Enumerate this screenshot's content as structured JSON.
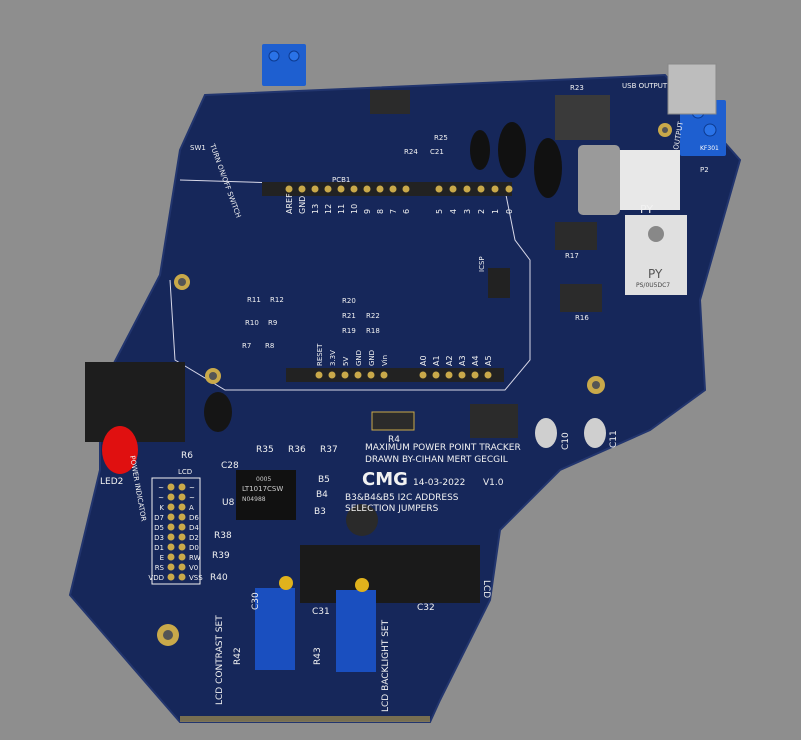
{
  "colors": {
    "background": "#8e8e8e",
    "board": "#16275a",
    "silkscreen": "#f2f2f2",
    "pad": "#c9a94a",
    "terminal": "#1e5fd0"
  },
  "board": {
    "title_line1": "MAXIMUM POWER POINT TRACKER",
    "title_line2": "DRAWN BY-CIHAN MERT GECGIL",
    "logo": "CMG",
    "date": "14-03-2022",
    "version": "V1.0",
    "jumper_note_1": "B3&B4&B5 I2C ADDRESS",
    "jumper_note_2": "SELECTION JUMPERS"
  },
  "labels": {
    "pcb1": "PCB1",
    "icsp": "ICSP",
    "sw1": "SW1",
    "switch": "TURN ON/OFF SWITCH",
    "power_indicator": "POWER INDICATOR",
    "led2": "LED2",
    "r6": "R6",
    "lcd": "LCD",
    "lcd_header": "LCD",
    "u8": "U8",
    "u8_chip": "LT1017CSW",
    "u8_code": "N04988",
    "u8_top": "0005",
    "c28": "C28",
    "r35": "R35",
    "r36": "R36",
    "r37": "R37",
    "b5": "B5",
    "b4": "B4",
    "b3": "B3",
    "r38": "R38",
    "r39": "R39",
    "r40": "R40",
    "c30": "C30",
    "c31": "C31",
    "c32": "C32",
    "r42": "R42",
    "r43": "R43",
    "contrast": "LCD CONTRAST SET",
    "backlight": "LCD BACKLIGHT SET",
    "r4": "R4",
    "c10": "C10",
    "c11": "C11",
    "r16": "R16",
    "r17": "R17",
    "p2": "P2",
    "output": "OUTPUT",
    "usb_output": "USB OUTPUT",
    "kf301": "KF301",
    "r20": "R20",
    "r21": "R21",
    "r22": "R22",
    "r19": "R19",
    "r18": "R18",
    "r11": "R11",
    "r12": "R12",
    "r10": "R10",
    "r9": "R9",
    "r7": "R7",
    "r8": "R8",
    "r24": "R24",
    "r25": "R25",
    "c21": "C21",
    "r23": "R23",
    "py1": "PY",
    "py2": "PY",
    "py_code": "PS/0U5DC7"
  },
  "lcd_pins": [
    [
      "~",
      "~"
    ],
    [
      "~",
      "~"
    ],
    [
      "K",
      "A"
    ],
    [
      "D7",
      "D6"
    ],
    [
      "D5",
      "D4"
    ],
    [
      "D3",
      "D2"
    ],
    [
      "D1",
      "D0"
    ],
    [
      "E",
      "RW"
    ],
    [
      "RS",
      "V0"
    ],
    [
      "VDD",
      "VSS"
    ]
  ],
  "digital_pins": [
    "AREF",
    "GND",
    "13",
    "12",
    "11",
    "10",
    "9",
    "8",
    "7",
    "6",
    "5",
    "4",
    "3",
    "2",
    "1",
    "0"
  ],
  "power_pins": [
    "RESET",
    "3.3V",
    "5V",
    "GND",
    "GND",
    "Vin"
  ],
  "analog_pins": [
    "A0",
    "A1",
    "A2",
    "A3",
    "A4",
    "A5"
  ]
}
